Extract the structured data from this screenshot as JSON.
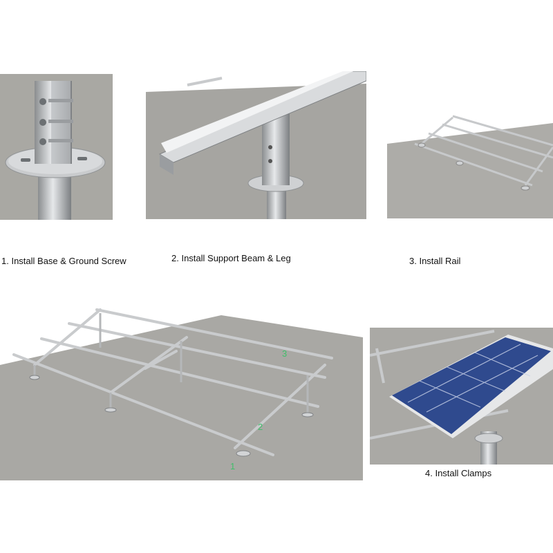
{
  "steps": [
    {
      "caption": "1. Install Base & Ground Screw"
    },
    {
      "caption": "2. Install Support Beam & Leg"
    },
    {
      "caption": "3. Install Rail"
    },
    {
      "caption": "4. Install Clamps"
    }
  ],
  "markers": {
    "one": "1",
    "two": "2",
    "three": "3"
  }
}
